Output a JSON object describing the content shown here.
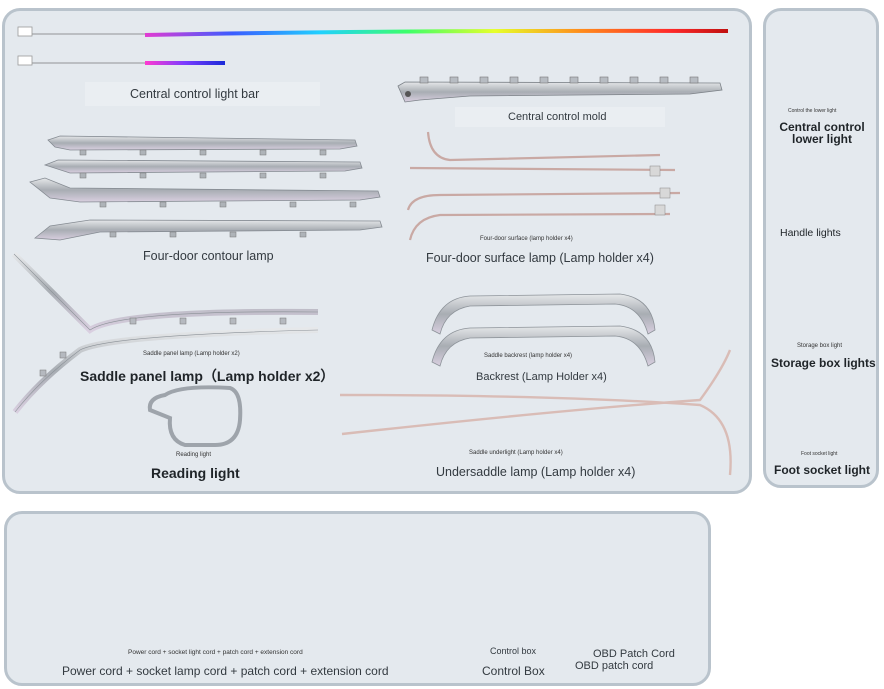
{
  "main_labels": {
    "light_bar": "Central control light bar",
    "mold": "Central control mold",
    "contour": "Four-door contour lamp",
    "surface_small": "Four-door surface (lamp holder x4)",
    "surface": "Four-door surface lamp (Lamp holder x4)",
    "saddle_small": "Saddle panel lamp (Lamp holder x2)",
    "saddle": "Saddle panel lamp（Lamp holder x2）",
    "backrest_small": "Saddle backrest (lamp holder x4)",
    "backrest": "Backrest (Lamp Holder x4)",
    "reading_small": "Reading light",
    "reading": "Reading light",
    "under_small": "Saddle underlight (Lamp holder x4)",
    "under": "Undersaddle lamp (Lamp holder x4)"
  },
  "side_labels": {
    "lower_small": "Control the lower light",
    "lower": "Central control lower light",
    "handle": "Handle lights",
    "storage_small": "Storage box light",
    "storage": "Storage box lights",
    "foot_small": "Foot socket light",
    "foot": "Foot socket light"
  },
  "bottom_labels": {
    "cords_small": "Power cord + socket light cord + patch cord + extension cord",
    "cords": "Power cord + socket lamp cord + patch cord + extension cord",
    "control_small": "Control box",
    "control": "Control Box",
    "obd_small": "OBD Patch Cord",
    "obd": "OBD patch cord"
  },
  "colors": {
    "panel_bg": "#e4e9ee",
    "panel_border": "#b9c3cc",
    "metal": "#b4b8bd",
    "strip": "#e9c9c4",
    "cable": "#1c1c1c",
    "connector_red": "#c0262d",
    "storage_orange": "#e8941a"
  }
}
